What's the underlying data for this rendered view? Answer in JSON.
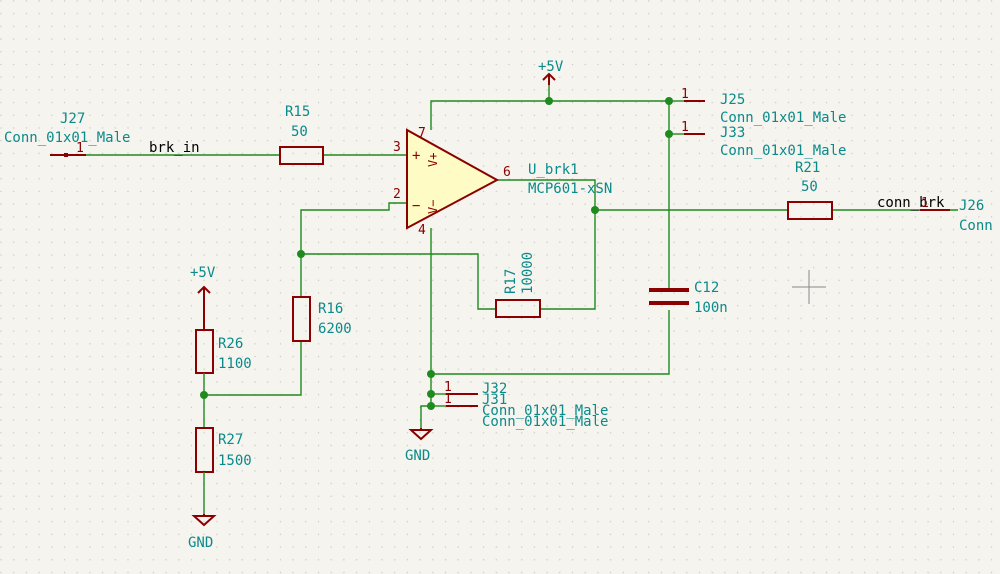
{
  "colors": {
    "background": "#f5f4ef",
    "wire": "#1f8a1f",
    "component": "#8b0000",
    "label": "#0b8a8a",
    "opamp_fill": "#fffbc4",
    "grid_dot": "#c8c8c8"
  },
  "components": {
    "j27": {
      "ref": "J27",
      "value": "Conn_01x01_Male",
      "pin": "1"
    },
    "j25": {
      "ref": "J25",
      "value": "Conn_01x01_Male",
      "pin": "1"
    },
    "j33": {
      "ref": "J33",
      "value": "Conn_01x01_Male",
      "pin": "1"
    },
    "j26": {
      "ref": "J26",
      "value": "Conn",
      "pin": "1"
    },
    "j32": {
      "ref": "J32",
      "value": "Conn_01x01_Male",
      "pin": "1"
    },
    "j31": {
      "ref": "J31",
      "value": "Conn_01x01_Male",
      "pin": "1"
    },
    "r15": {
      "ref": "R15",
      "value": "50"
    },
    "r21": {
      "ref": "R21",
      "value": "50"
    },
    "r17": {
      "ref": "R17",
      "value": "10000"
    },
    "r16": {
      "ref": "R16",
      "value": "6200"
    },
    "r26": {
      "ref": "R26",
      "value": "1100"
    },
    "r27": {
      "ref": "R27",
      "value": "1500"
    },
    "c12": {
      "ref": "C12",
      "value": "100n"
    },
    "u1": {
      "ref": "U_brk1",
      "value": "MCP601-xSN",
      "pins": {
        "in_plus": "3",
        "in_minus": "2",
        "out": "6",
        "vpos": "7",
        "vneg": "4"
      },
      "symbols": {
        "plus": "+",
        "minus": "−",
        "vpos": "V+",
        "vneg": "V−"
      }
    }
  },
  "nets": {
    "brk_in": "brk_in",
    "conn_brk": "conn_brk"
  },
  "power": {
    "vcc_top": "+5V",
    "vcc_left": "+5V",
    "gnd_center": "GND",
    "gnd_left": "GND"
  }
}
